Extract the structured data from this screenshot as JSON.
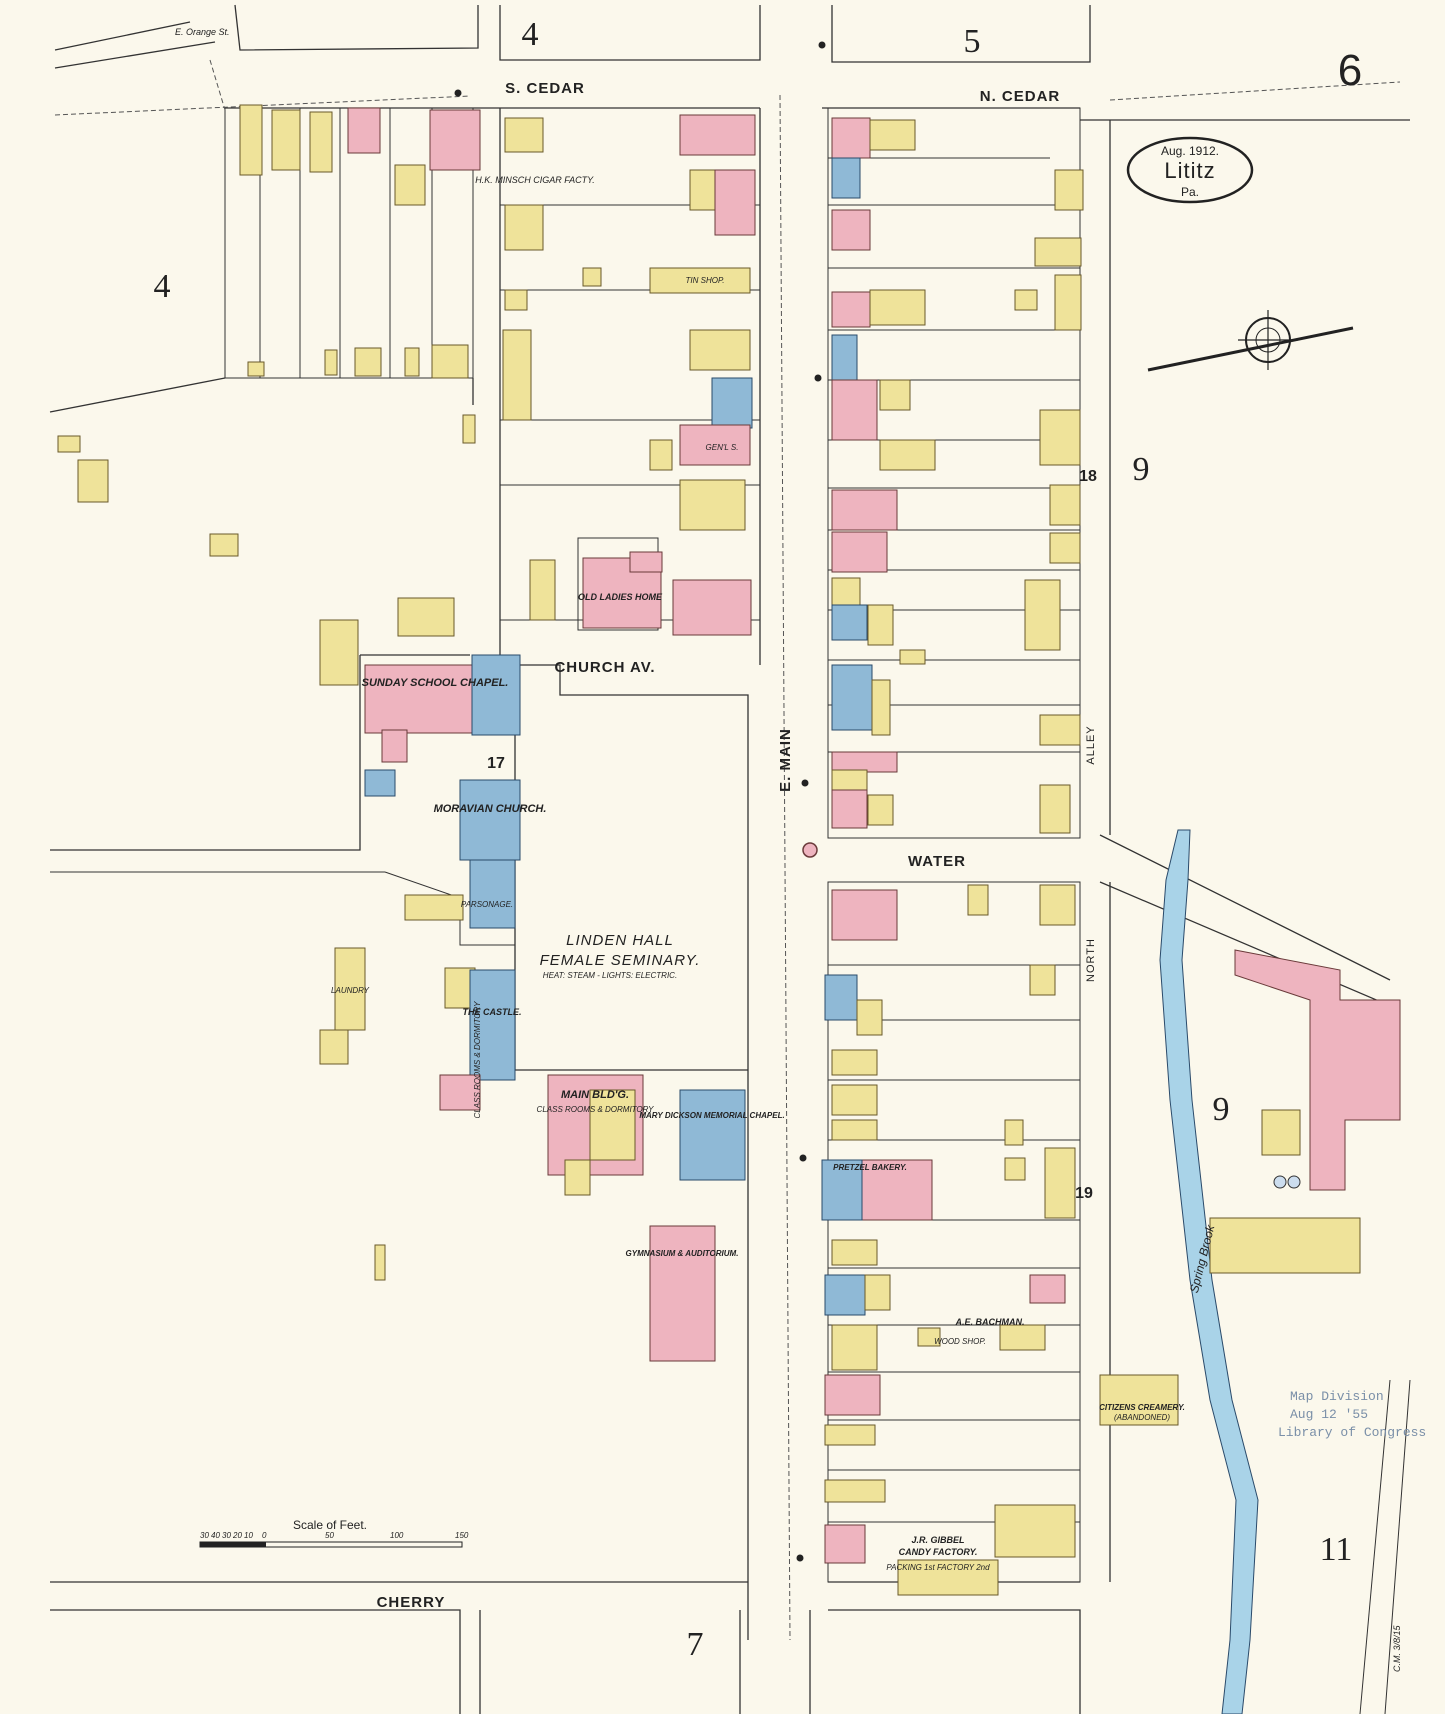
{
  "sheet": {
    "page_number": "6",
    "date": "Aug. 1912.",
    "town": "Lititz",
    "state": "Pa.",
    "scale_label": "Scale of Feet.",
    "scale_ticks": [
      "30",
      "40",
      "30",
      "20",
      "10",
      "0",
      "50",
      "100",
      "150"
    ],
    "stamp": [
      "Map Division",
      "Aug 12 '55",
      "Library of Congress"
    ],
    "initials": "C.M. 3/8/15"
  },
  "streets": {
    "e_orange": "E. Orange St.",
    "s_cedar": "S. CEDAR",
    "n_cedar": "N. CEDAR",
    "church_av": "CHURCH AV.",
    "e_main": "E. MAIN",
    "water": "WATER",
    "north_alley": "NORTH",
    "alley": "ALLEY",
    "cherry": "CHERRY",
    "brook": "Spring Brook"
  },
  "adjacent_sheets": {
    "top_left": "4",
    "top_right": "5",
    "left": "4",
    "right_mid": "9",
    "right_lower": "9",
    "bottom": "7",
    "bottom_right": "11"
  },
  "block_numbers": {
    "b17": "17",
    "b18": "18",
    "b19": "19"
  },
  "labels": {
    "minsch": "H.K. MINSCH CIGAR FACTY.",
    "old_ladies": "OLD LADIES HOME",
    "sunday_school": "SUNDAY SCHOOL CHAPEL.",
    "moravian": "MORAVIAN CHURCH.",
    "parsonage": "PARSONAGE.",
    "linden1": "LINDEN HALL",
    "linden2": "FEMALE SEMINARY.",
    "linden_note": "HEAT: STEAM - LIGHTS: ELECTRIC.",
    "castle": "THE CASTLE.",
    "class_rooms": "CLASS ROOMS & DORMITORY",
    "main_bldg": "MAIN BLD'G.",
    "main_sub": "CLASS ROOMS & DORMITORY",
    "mary_dickson": "MARY DICKSON MEMORIAL CHAPEL.",
    "gymnasium": "GYMNASIUM & AUDITORIUM.",
    "laundry": "LAUNDRY",
    "pretzel": "PRETZEL BAKERY.",
    "bachman": "A.E. BACHMAN.",
    "wood_shop": "WOOD SHOP.",
    "creamery": "CITIZENS CREAMERY.",
    "creamery_sub": "(ABANDONED)",
    "gibbel": "J.R. GIBBEL",
    "candy": "CANDY FACTORY.",
    "packing": "PACKING 1st FACTORY 2nd",
    "gen_s": "GEN'L S.",
    "tin_shop": "TIN SHOP."
  },
  "colors": {
    "paper": "#fbf8ec",
    "frame": "#efe39a",
    "brick": "#eeb4bf",
    "stone": "#8fb9d6",
    "water": "#a9d3e8"
  }
}
